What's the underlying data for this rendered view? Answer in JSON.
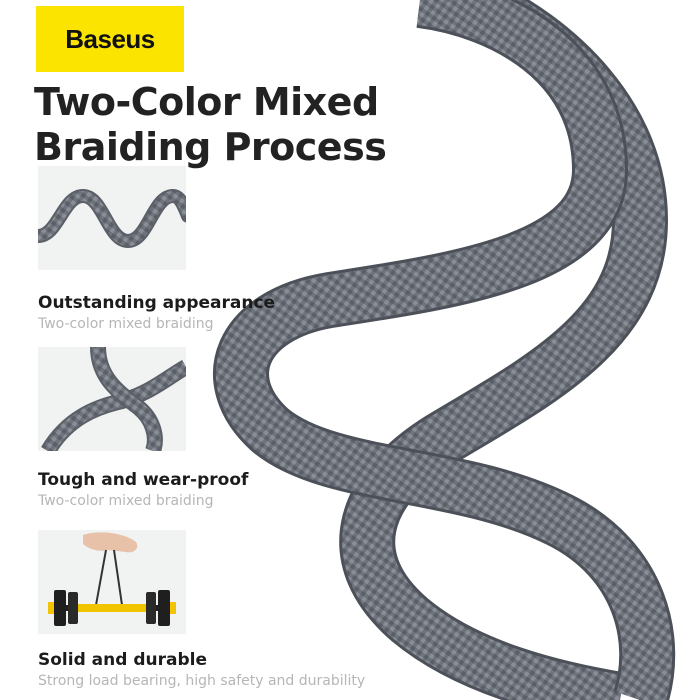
{
  "brand": {
    "name": "Baseus",
    "accent_color": "#fbe400"
  },
  "headline": {
    "line1": "Two-Color Mixed",
    "line2": "Braiding Process"
  },
  "features": [
    {
      "title": "Outstanding appearance",
      "subtitle": "Two-color mixed braiding",
      "image": "wavy-cable"
    },
    {
      "title": "Tough and wear-proof",
      "subtitle": "Two-color mixed braiding",
      "image": "knotted-cable"
    },
    {
      "title": "Solid and durable",
      "subtitle": "Strong load bearing, high safety and durability",
      "image": "dumbbell-lifted-by-cable"
    }
  ],
  "colors": {
    "cable": "#6b7079",
    "text": "#222222",
    "subtext": "#b6b6b6"
  }
}
